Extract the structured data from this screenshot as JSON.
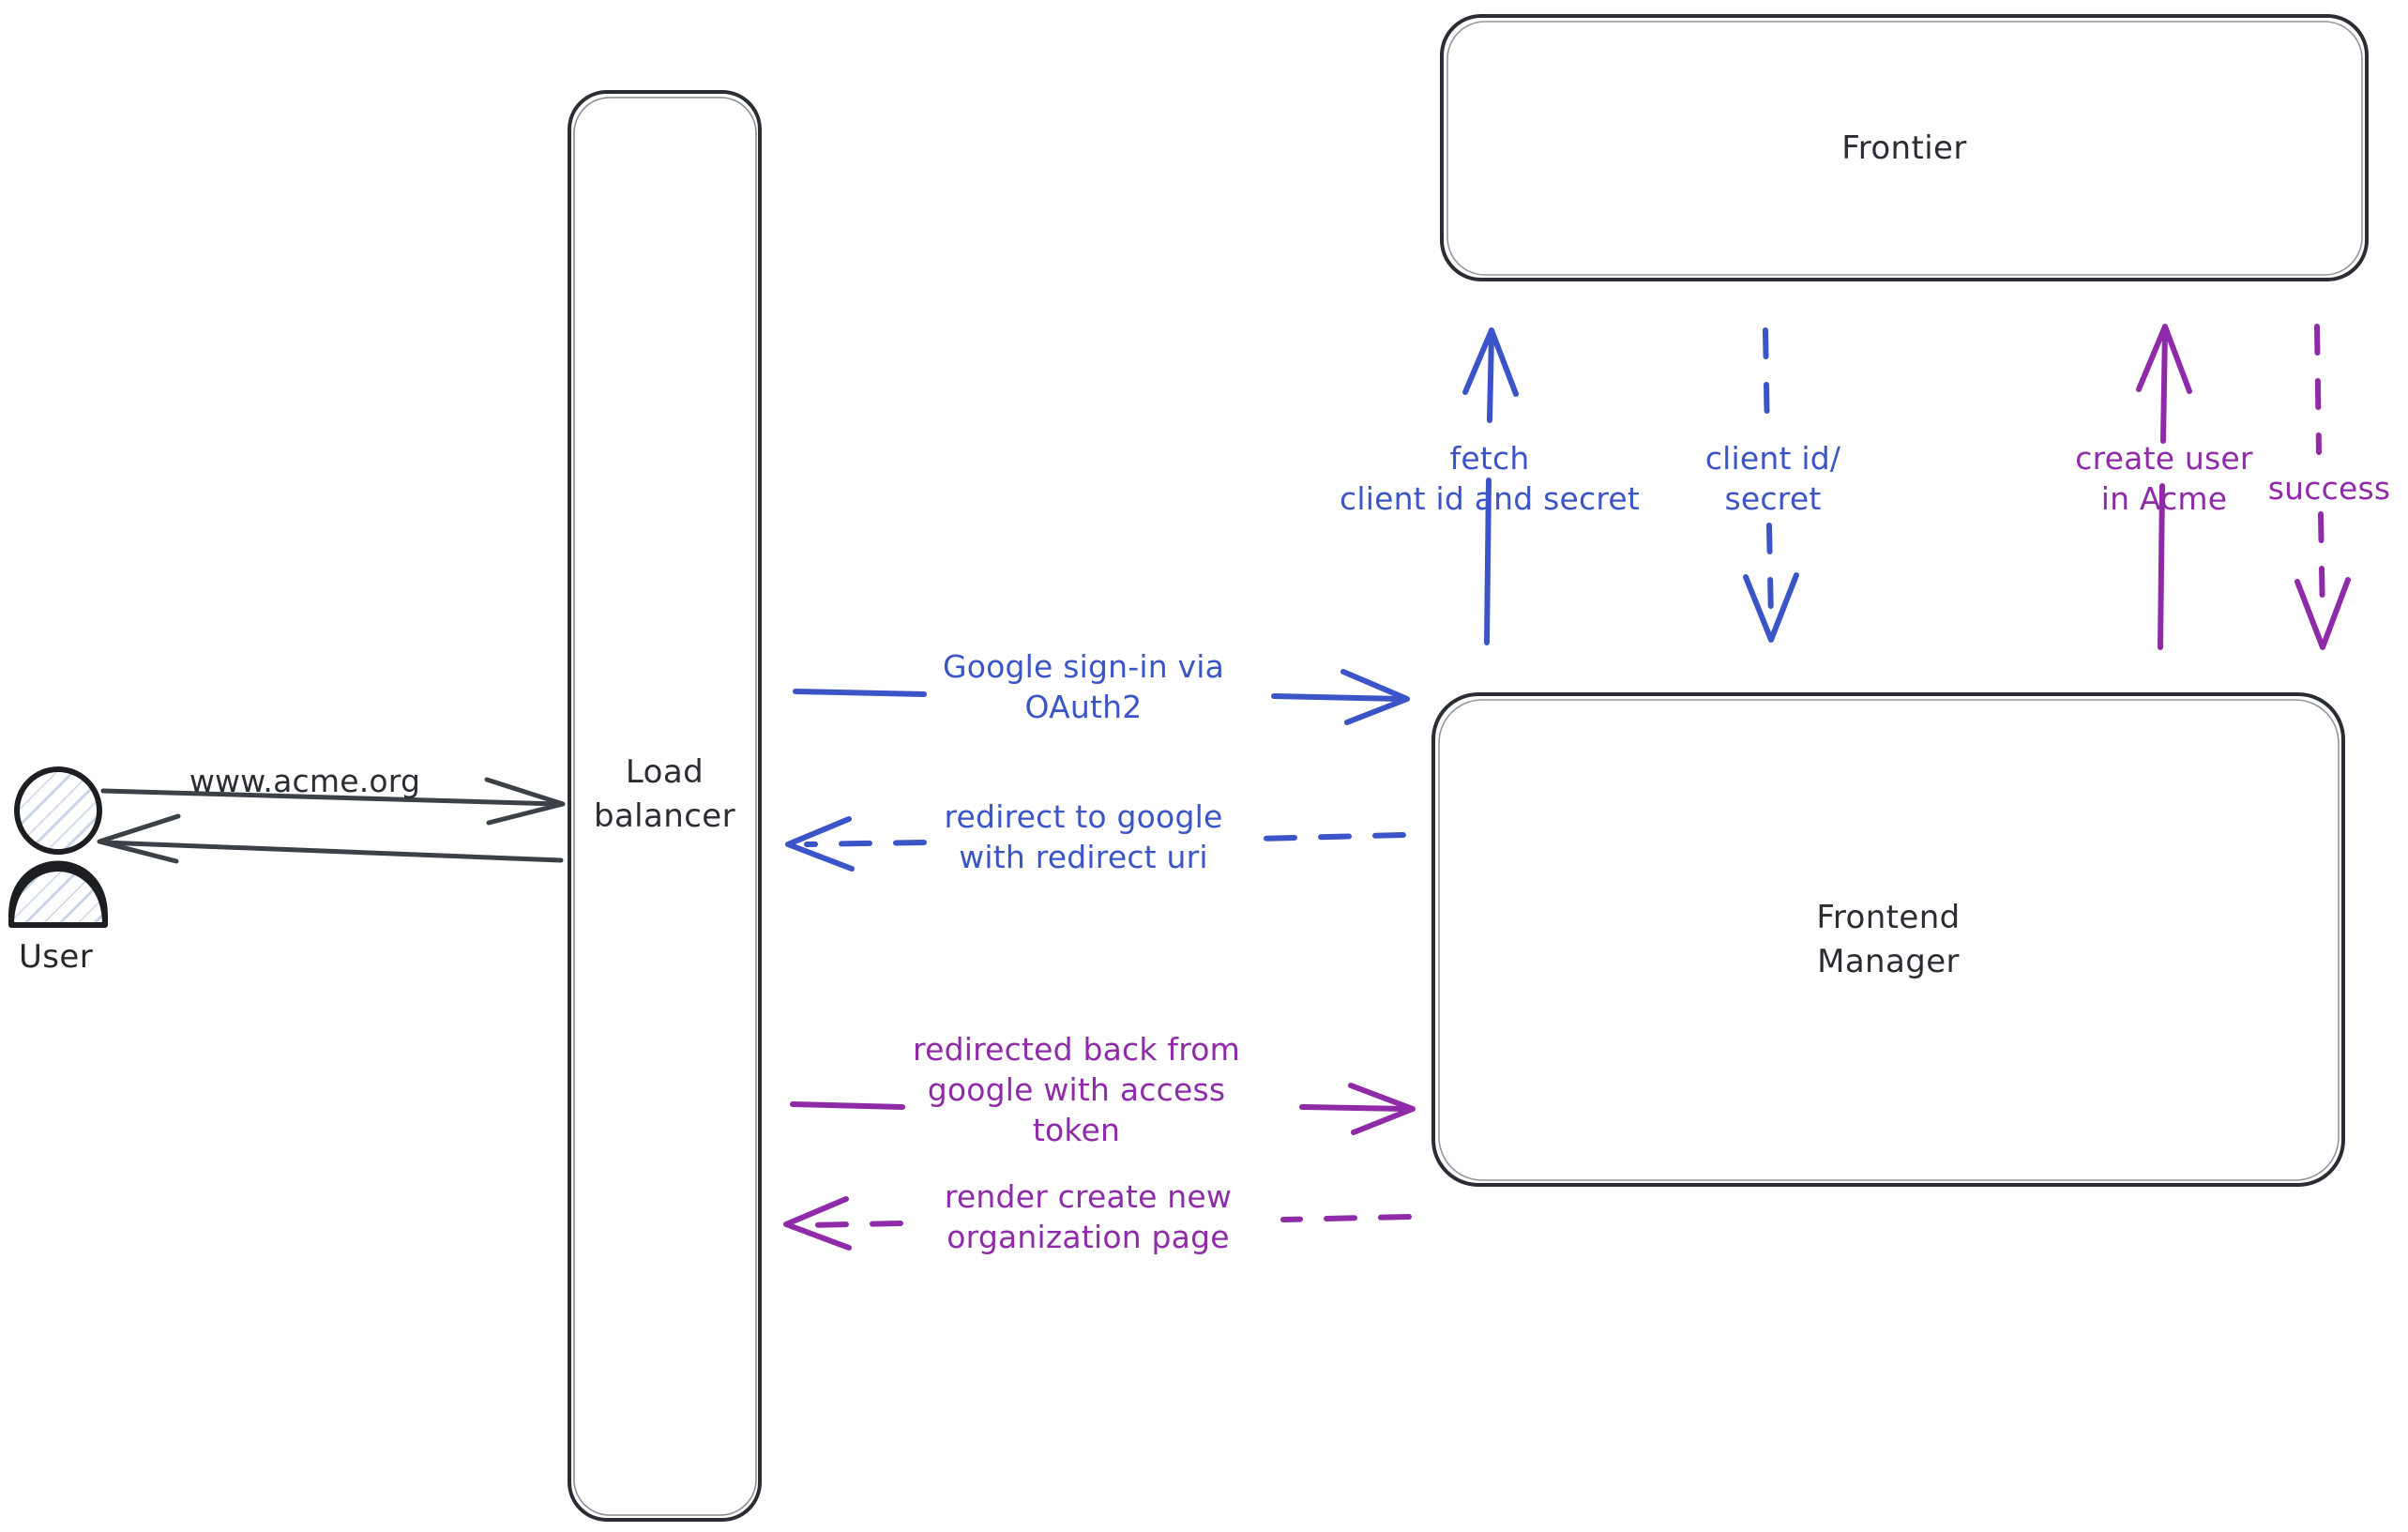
{
  "diagram": {
    "title": "Google OAuth2 sign-in sequence",
    "colors": {
      "stroke_dark": "#2a2d33",
      "blue": "#3b55c8",
      "purple": "#8f2aa8",
      "background": "#ffffff",
      "actor_fill": "#ffffff"
    },
    "actors": [
      {
        "id": "user",
        "label": "User",
        "shape": "person-figure"
      }
    ],
    "nodes": [
      {
        "id": "load-balancer",
        "label": "Load\nbalancer",
        "shape": "rounded-rect"
      },
      {
        "id": "frontier",
        "label": "Frontier",
        "shape": "rounded-rect"
      },
      {
        "id": "frontend-manager",
        "label": "Frontend\nManager",
        "shape": "rounded-rect"
      }
    ],
    "edges": [
      {
        "id": "user-to-lb",
        "label": "www.acme.org",
        "color": "#2a2d33",
        "style": "solid",
        "direction": "right",
        "from": "user",
        "to": "load-balancer"
      },
      {
        "id": "lb-to-user",
        "label": "",
        "color": "#2a2d33",
        "style": "solid",
        "direction": "left",
        "from": "load-balancer",
        "to": "user"
      },
      {
        "id": "lb-to-fm-signin",
        "label": "Google sign-in via\nOAuth2",
        "color": "#3b55c8",
        "style": "solid",
        "direction": "right",
        "from": "load-balancer",
        "to": "frontend-manager"
      },
      {
        "id": "fm-to-lb-redirect",
        "label": "redirect to google\nwith redirect uri",
        "color": "#3b55c8",
        "style": "dashed",
        "direction": "left",
        "from": "frontend-manager",
        "to": "load-balancer"
      },
      {
        "id": "lb-to-fm-token",
        "label": "redirected back from\ngoogle with access\ntoken",
        "color": "#8f2aa8",
        "style": "solid",
        "direction": "right",
        "from": "load-balancer",
        "to": "frontend-manager"
      },
      {
        "id": "fm-to-lb-render",
        "label": "render create new\norganization page",
        "color": "#8f2aa8",
        "style": "dashed",
        "direction": "left",
        "from": "frontend-manager",
        "to": "load-balancer"
      },
      {
        "id": "fm-to-frontier-fetch",
        "label": "fetch\nclient id and secret",
        "color": "#3b55c8",
        "style": "solid",
        "direction": "up",
        "from": "frontend-manager",
        "to": "frontier"
      },
      {
        "id": "frontier-to-fm-creds",
        "label": "client id/\nsecret",
        "color": "#3b55c8",
        "style": "dashed",
        "direction": "down",
        "from": "frontier",
        "to": "frontend-manager"
      },
      {
        "id": "fm-to-frontier-create",
        "label": "create user\nin Acme",
        "color": "#8f2aa8",
        "style": "solid",
        "direction": "up",
        "from": "frontend-manager",
        "to": "frontier"
      },
      {
        "id": "frontier-to-fm-success",
        "label": "success",
        "color": "#8f2aa8",
        "style": "dashed",
        "direction": "down",
        "from": "frontier",
        "to": "frontend-manager"
      }
    ]
  }
}
